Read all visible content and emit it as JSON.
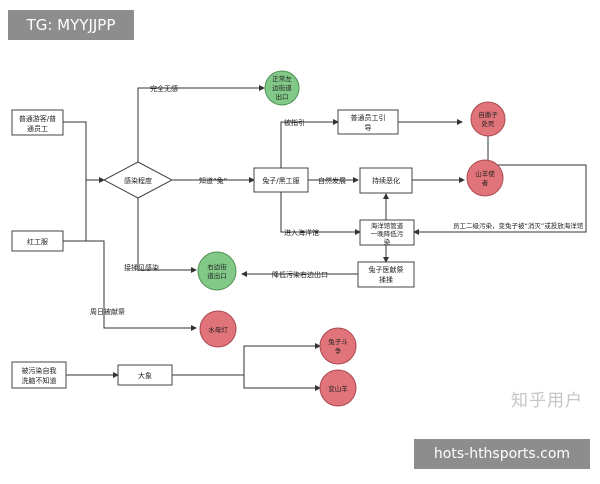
{
  "badges": {
    "tg": "TG: MYYJJPP",
    "site": "hots-hthsports.com",
    "watermark": "知乎用户"
  },
  "nodes": {
    "player": [
      "普通游客/普",
      "通员工"
    ],
    "red_uniform": "红工服",
    "infection_level": "感染程度",
    "escape_normal": [
      "正常左",
      "边街道",
      "出口"
    ],
    "guided": "被指引",
    "staff_guide": [
      "普通员工引",
      "导"
    ],
    "self_tear": [
      "自撕子",
      "处死"
    ],
    "rabbit_black": "兔子/黑工服",
    "natural_dev": "自然发展",
    "sustain_worsen": "持续恶化",
    "mountain_wave": [
      "山羊使",
      "者"
    ],
    "enter_aquarium": "进入海洋馆",
    "aquarium_staff": [
      "海洋馆管道",
      "一晚降低污",
      "染"
    ],
    "staff_l2": "员工二级污染，变兔子被“消灭”或投放海洋馆",
    "cured": "接揉见感染",
    "left_exit": [
      "右边街",
      "道出口"
    ],
    "pollution_exit": "降低污染右边出口",
    "rabbit_sac": [
      "兔子医献祭",
      "揉揉"
    ],
    "sunday_sac": "周日被献祭",
    "water_toy": "水母灯",
    "unaware": [
      "被污染自我",
      "洗脑不知道"
    ],
    "elephant": "大象",
    "rabbit_fight": [
      "兔子斗",
      "争"
    ],
    "become_goat": "变山羊"
  },
  "edges": {
    "fully_none": "完全无感",
    "know_rabbit": "知道“兔”"
  },
  "colors": {
    "green_fill": "#82c987",
    "green_stroke": "#4e8f52",
    "red_fill": "#e1747a",
    "red_stroke": "#a84a4f",
    "box_stroke": "#444444",
    "line": "#333333"
  }
}
